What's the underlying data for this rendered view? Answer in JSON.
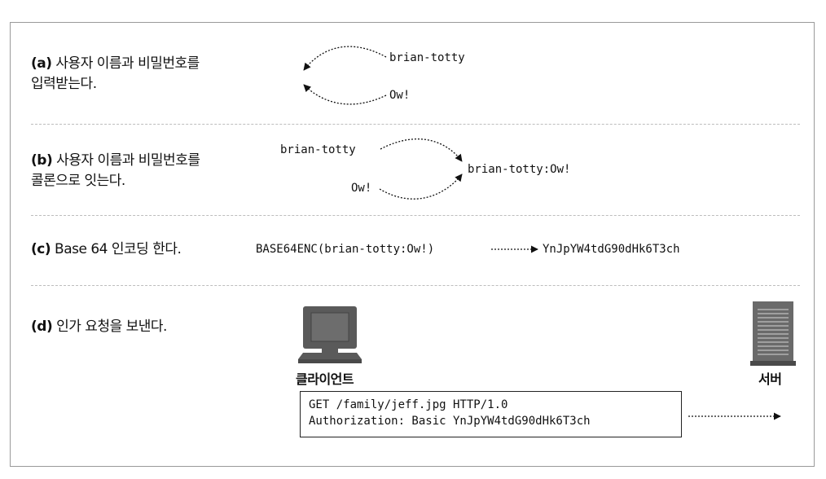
{
  "steps": {
    "a": {
      "letter": "(a)",
      "text_line1": "사용자 이름과 비밀번호를",
      "text_line2": "입력받는다.",
      "username": "brian-totty",
      "password": "Ow!"
    },
    "b": {
      "letter": "(b)",
      "text_line1": "사용자 이름과 비밀번호를",
      "text_line2": "콜론으로 잇는다.",
      "username": "brian-totty",
      "password": "Ow!",
      "joined": "brian-totty:Ow!"
    },
    "c": {
      "letter": "(c)",
      "text": "Base 64 인코딩 한다.",
      "function_call": "BASE64ENC(brian-totty:Ow!)",
      "result": "YnJpYW4tdG90dHk6T3ch"
    },
    "d": {
      "letter": "(d)",
      "text": "인가 요청을 보낸다.",
      "client_label": "클라이언트",
      "server_label": "서버",
      "request_line1": "GET /family/jeff.jpg HTTP/1.0",
      "request_line2": "Authorization: Basic YnJpYW4tdG90dHk6T3ch"
    }
  }
}
